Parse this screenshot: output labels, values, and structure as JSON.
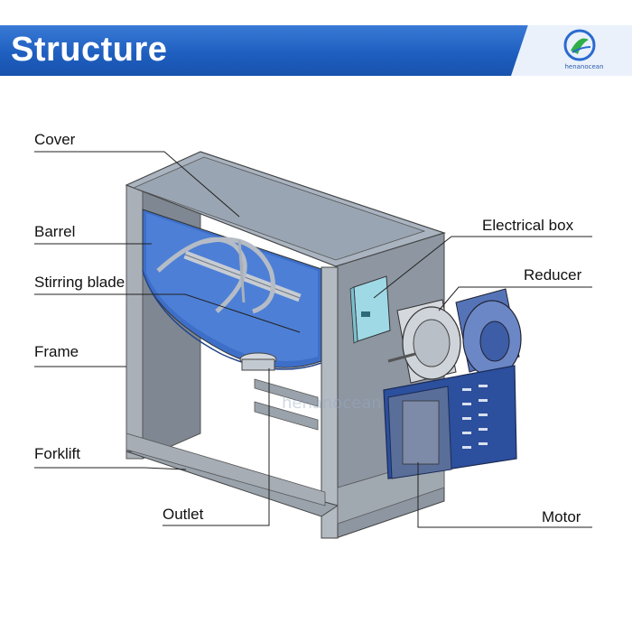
{
  "header": {
    "title": "Structure",
    "logo_text": "henanocean"
  },
  "watermark": "henanocean",
  "labels": {
    "cover": "Cover",
    "barrel": "Barrel",
    "stirring_blade": "Stirring blade",
    "frame": "Frame",
    "forklift": "Forklift",
    "outlet": "Outlet",
    "electrical_box": "Electrical box",
    "reducer": "Reducer",
    "motor": "Motor"
  },
  "colors": {
    "header_blue": "#1f5fc0",
    "frame_gray": "#8a929c",
    "panel_blue": "#2c4f9e",
    "box_cyan": "#9fd9e6"
  }
}
